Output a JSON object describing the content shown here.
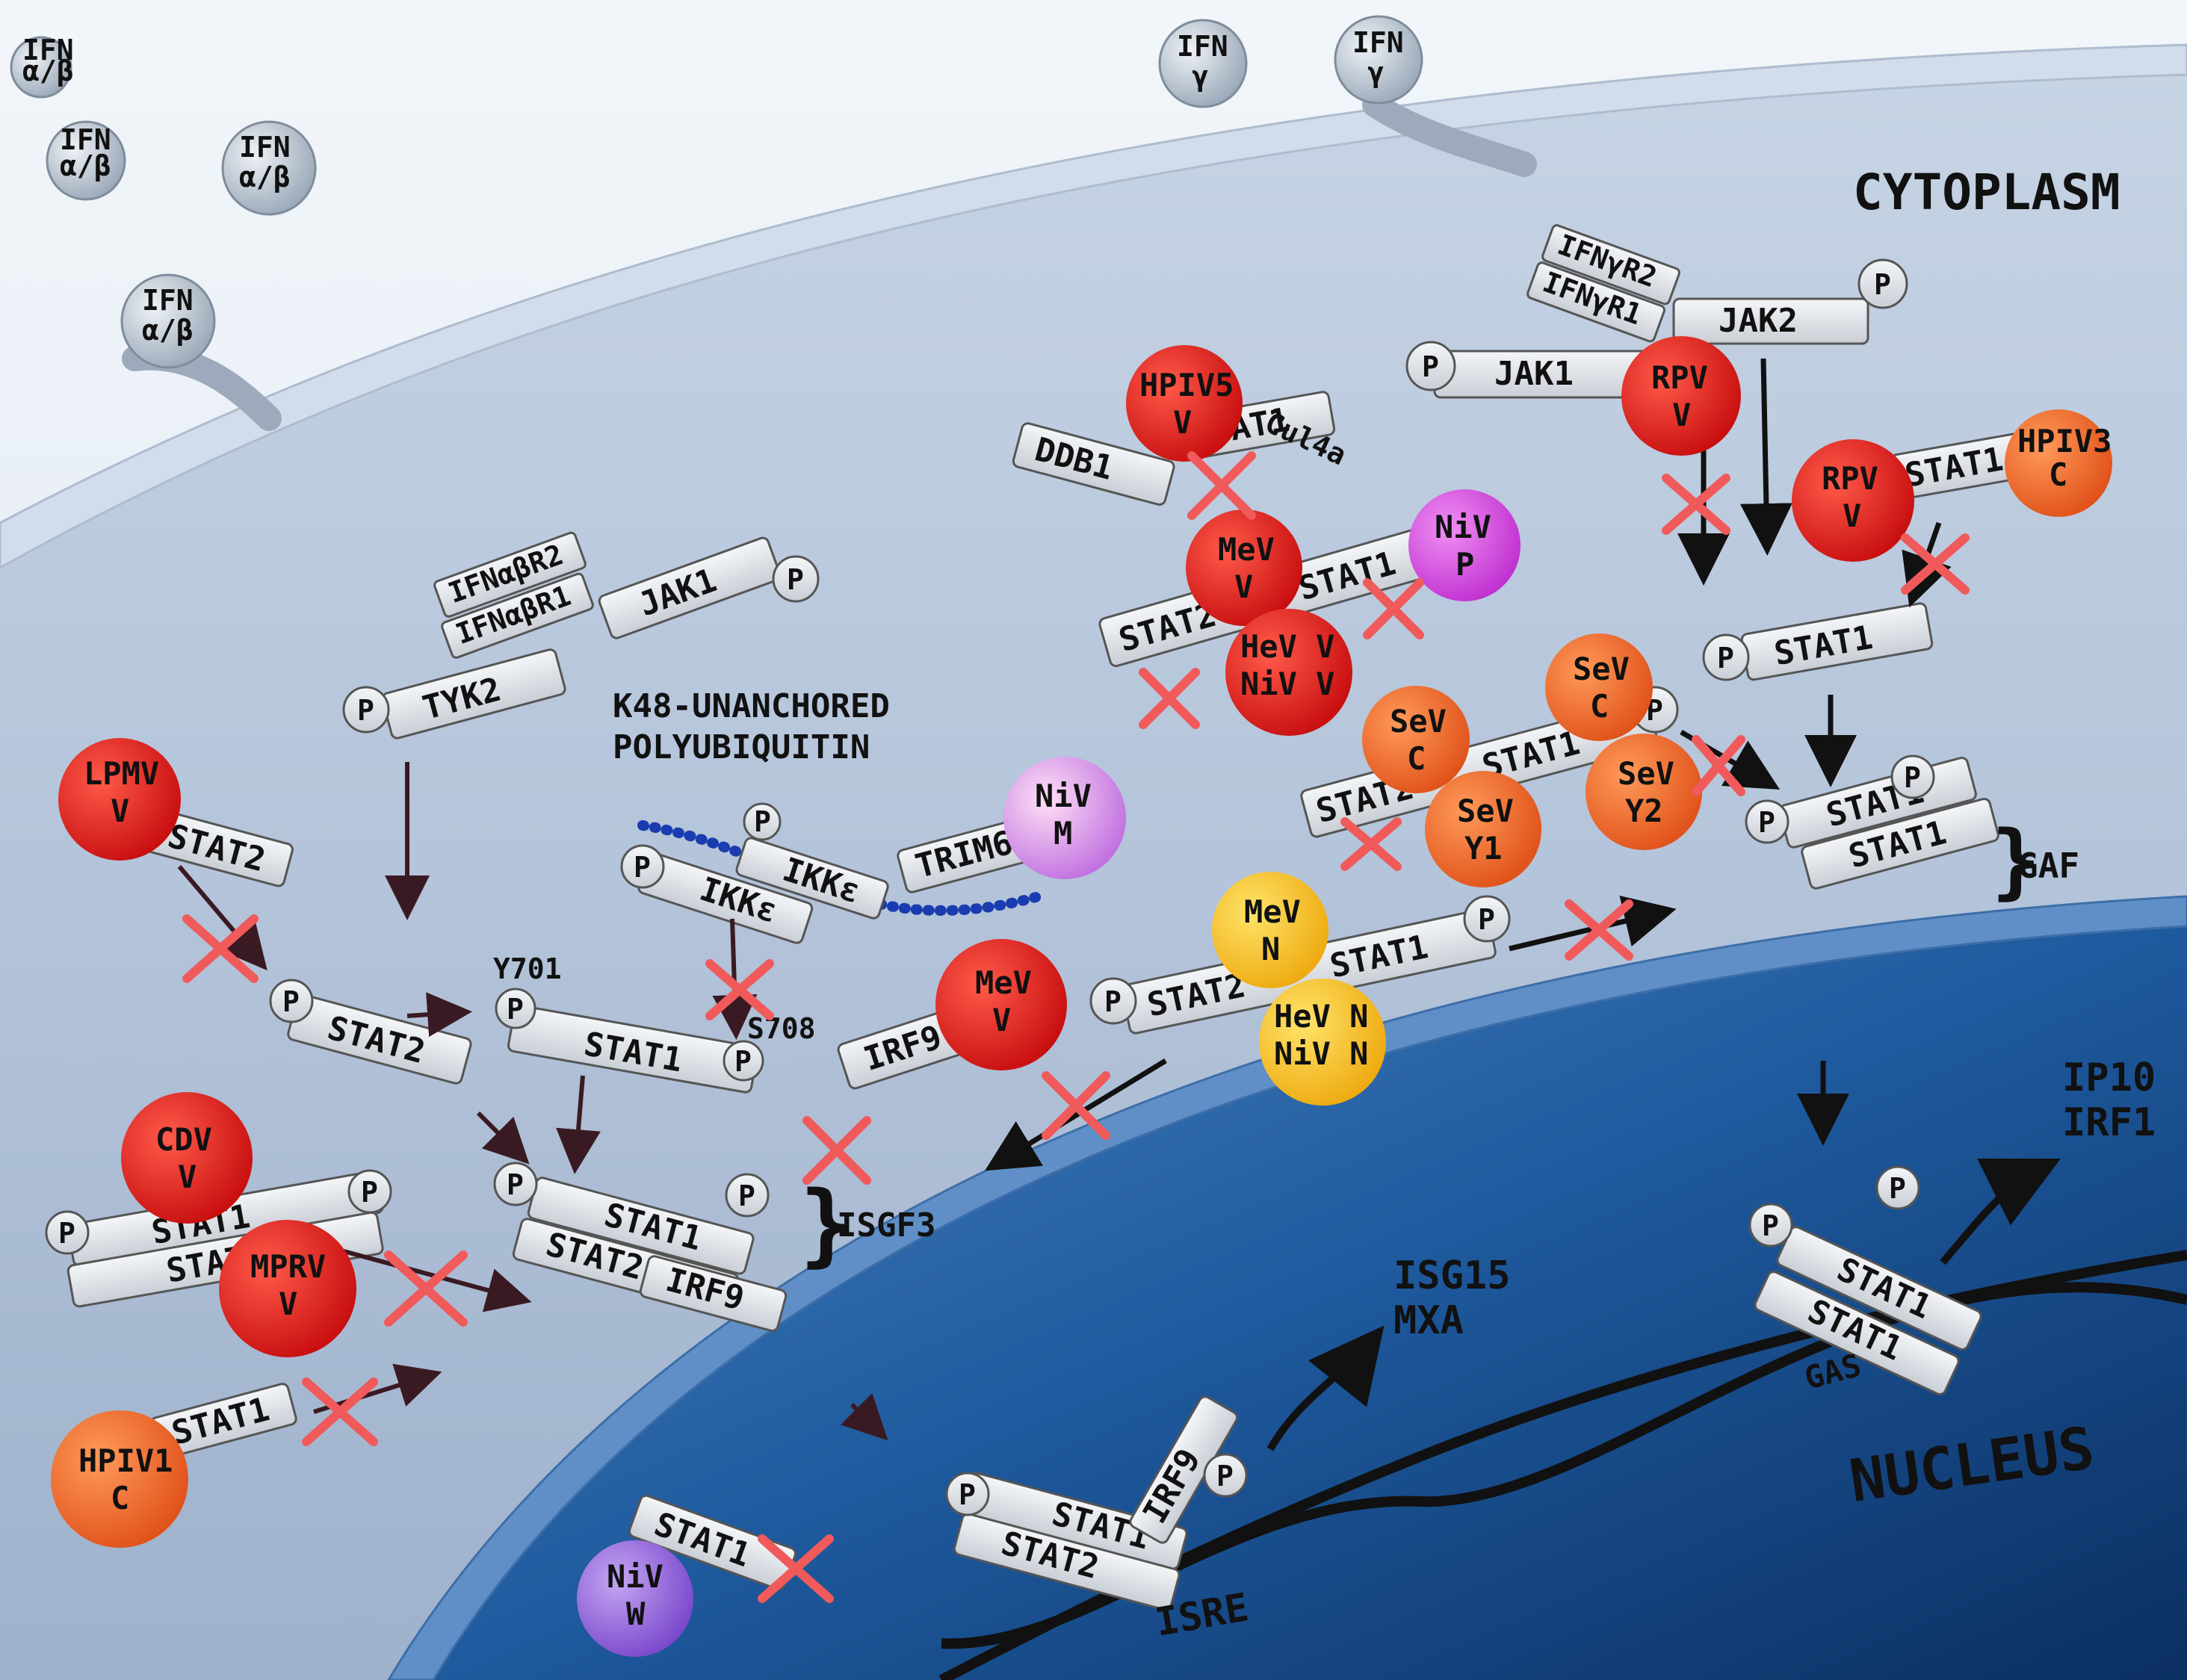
{
  "regions": {
    "cytoplasm": "CYTOPLASM",
    "nucleus": "NUCLEUS"
  },
  "ligands": {
    "ifn_ab": [
      "IFN",
      "α/β"
    ],
    "ifn_g": [
      "IFN",
      "γ"
    ]
  },
  "receptors": {
    "ifnar2": "IFNαβR2",
    "ifnar1": "IFNαβR1",
    "ifngr2": "IFNγR2",
    "ifngr1": "IFNγR1"
  },
  "kinases": {
    "jak1": "JAK1",
    "jak2": "JAK2",
    "tyk2": "TYK2",
    "ikke": "IKKε",
    "trim6": "TRIM6",
    "ddb1": "DDB1",
    "cul4a": "Cul4a"
  },
  "proteins": {
    "stat1": "STAT1",
    "stat2": "STAT2",
    "irf9": "IRF9",
    "p": "P",
    "y701": "Y701",
    "s708": "S708"
  },
  "polyubiquitin": [
    "K48-UNANCHORED",
    "POLYUBIQUITIN"
  ],
  "complexes": {
    "isgf3": "ISGF3",
    "gaf": "GAF",
    "isre": "ISRE",
    "gas": "GAS"
  },
  "genes": {
    "isre_targets": [
      "ISG15",
      "MXA"
    ],
    "gas_targets": [
      "IP10",
      "IRF1"
    ]
  },
  "viral_proteins": {
    "hpiv5_v": [
      "HPIV5",
      "V"
    ],
    "rpv_v": [
      "RPV",
      "V"
    ],
    "hpiv3_c": [
      "HPIV3",
      "C"
    ],
    "mev_v": [
      "MeV",
      "V"
    ],
    "niv_p": [
      "NiV",
      "P"
    ],
    "hev_niv_v": [
      "HeV V",
      "NiV V"
    ],
    "sev_c": [
      "SeV",
      "C"
    ],
    "sev_y1": [
      "SeV",
      "Y1"
    ],
    "sev_y2": [
      "SeV",
      "Y2"
    ],
    "niv_m": [
      "NiV",
      "M"
    ],
    "lpmv_v": [
      "LPMV",
      "V"
    ],
    "mev_n": [
      "MeV",
      "N"
    ],
    "hev_niv_n": [
      "HeV N",
      "NiV N"
    ],
    "cdv_v": [
      "CDV",
      "V"
    ],
    "mprv_v": [
      "MPRV",
      "V"
    ],
    "hpiv1_c": [
      "HPIV1",
      "C"
    ],
    "niv_w": [
      "NiV",
      "W"
    ]
  },
  "colors": {
    "virus_red": "#e31b1b",
    "virus_orange": "#f0692a",
    "virus_yellow": "#f2c21c",
    "virus_magenta": "#d84ee0",
    "virus_pink": "#f0b4e6",
    "virus_purple": "#9a6ae0",
    "block_x": "#f05a5a",
    "arrow": "#3a1a22",
    "cytoplasm": "#b9c8dc",
    "nucleus": "#1f5a99"
  }
}
